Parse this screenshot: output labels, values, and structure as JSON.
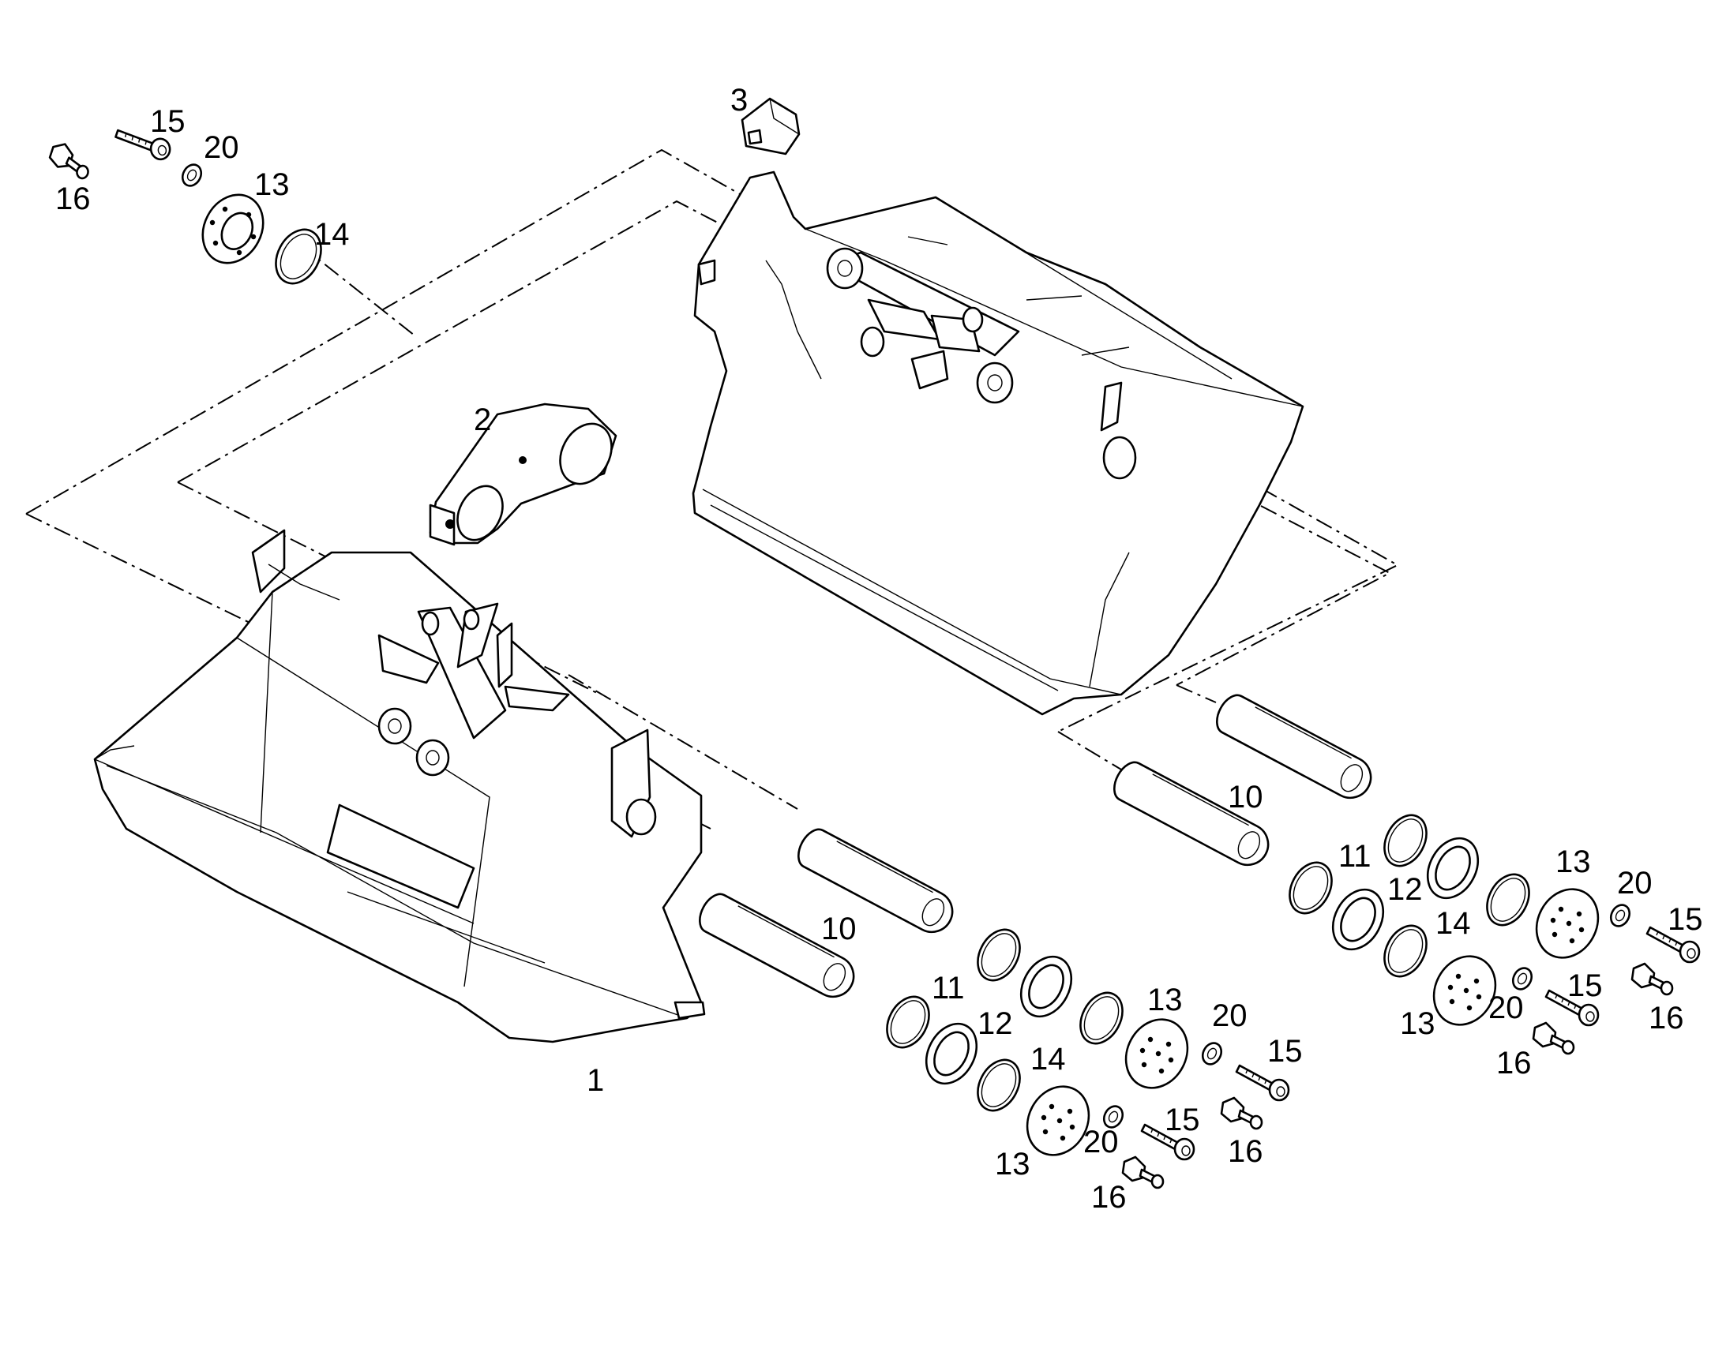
{
  "diagram": {
    "callouts": [
      "1",
      "2",
      "3",
      "10",
      "11",
      "12",
      "13",
      "14",
      "15",
      "16",
      "20"
    ]
  },
  "labels": {
    "bucket_small": "1",
    "link": "2",
    "tooth": "3",
    "pin_front": "10",
    "pin_rear": "10",
    "ring11_front": "11",
    "ring11_rear": "11",
    "ring12_front": "12",
    "ring12_rear": "12",
    "ring14_front": "14",
    "ring14_rear": "14",
    "ring14_top": "14",
    "plate13_front_a": "13",
    "plate13_front_b": "13",
    "plate13_rear_a": "13",
    "plate13_rear_b": "13",
    "plate13_top": "13",
    "bolt15_front_a": "15",
    "bolt15_front_b": "15",
    "bolt15_rear_a": "15",
    "bolt15_rear_b": "15",
    "bolt15_top": "15",
    "nipple16_front_a": "16",
    "nipple16_front_b": "16",
    "nipple16_rear_a": "16",
    "nipple16_rear_b": "16",
    "nipple16_top": "16",
    "washer20_front_a": "20",
    "washer20_front_b": "20",
    "washer20_rear_a": "20",
    "washer20_rear_b": "20",
    "washer20_top": "20"
  }
}
